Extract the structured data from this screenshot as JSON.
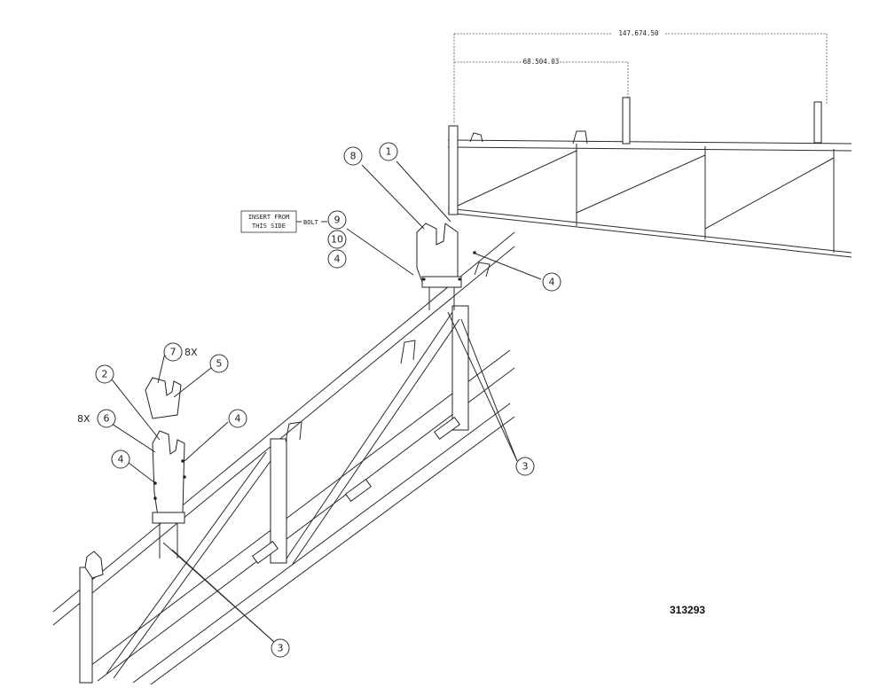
{
  "dimensions": {
    "overall": "147.674.50",
    "partial": "68.504.03"
  },
  "insert_note": {
    "line1": "INSERT FROM",
    "line2": "THIS SIDE",
    "bolt": "BOLT"
  },
  "callouts": {
    "c8": "8",
    "c1": "1",
    "c9": "9",
    "c10": "10",
    "c4_stack": "4",
    "c4_right": "4",
    "c3_upper": "3",
    "c7": "7",
    "c5": "5",
    "c2": "2",
    "c6": "6",
    "c4_mid_right": "4",
    "c4_mid_left": "4",
    "c3_lower": "3"
  },
  "qty_labels": {
    "q7": "8X",
    "q6": "8X"
  },
  "part_number": "313293"
}
